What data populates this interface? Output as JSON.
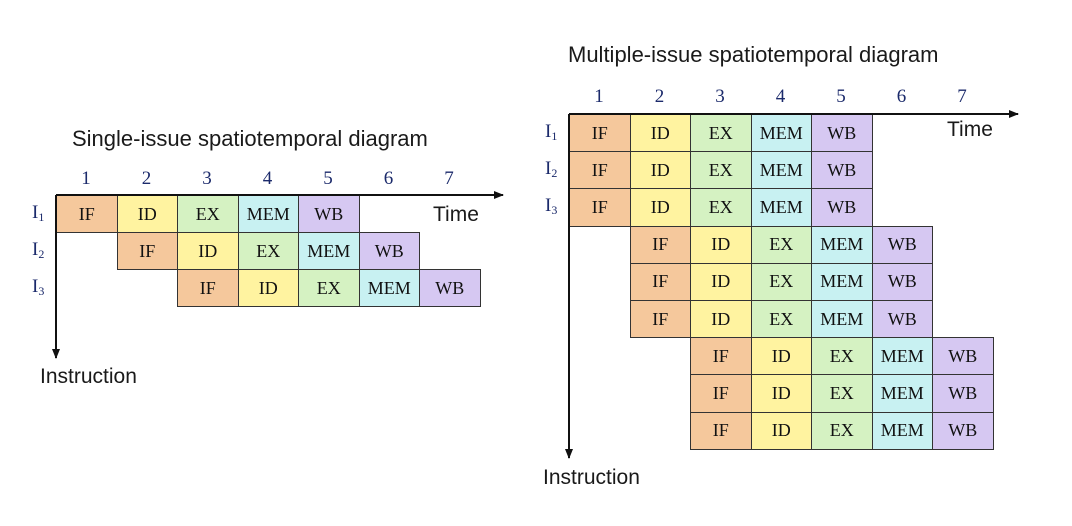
{
  "single": {
    "title": "Single-issue spatiotemporal diagram",
    "time_label": "Time",
    "instruction_label": "Instruction",
    "ticks": [
      "1",
      "2",
      "3",
      "4",
      "5",
      "6",
      "7"
    ],
    "rows": [
      {
        "label": "I",
        "sub": "1",
        "start": 0,
        "stages": [
          "IF",
          "ID",
          "EX",
          "MEM",
          "WB"
        ]
      },
      {
        "label": "I",
        "sub": "2",
        "start": 1,
        "stages": [
          "IF",
          "ID",
          "EX",
          "MEM",
          "WB"
        ]
      },
      {
        "label": "I",
        "sub": "3",
        "start": 2,
        "stages": [
          "IF",
          "ID",
          "EX",
          "MEM",
          "WB"
        ]
      }
    ]
  },
  "multiple": {
    "title": "Multiple-issue spatiotemporal diagram",
    "time_label": "Time",
    "instruction_label": "Instruction",
    "ticks": [
      "1",
      "2",
      "3",
      "4",
      "5",
      "6",
      "7"
    ],
    "rows": [
      {
        "label": "I",
        "sub": "1",
        "start": 0,
        "stages": [
          "IF",
          "ID",
          "EX",
          "MEM",
          "WB"
        ]
      },
      {
        "label": "I",
        "sub": "2",
        "start": 0,
        "stages": [
          "IF",
          "ID",
          "EX",
          "MEM",
          "WB"
        ]
      },
      {
        "label": "I",
        "sub": "3",
        "start": 0,
        "stages": [
          "IF",
          "ID",
          "EX",
          "MEM",
          "WB"
        ]
      },
      {
        "label": "",
        "sub": "",
        "start": 1,
        "stages": [
          "IF",
          "ID",
          "EX",
          "MEM",
          "WB"
        ]
      },
      {
        "label": "",
        "sub": "",
        "start": 1,
        "stages": [
          "IF",
          "ID",
          "EX",
          "MEM",
          "WB"
        ]
      },
      {
        "label": "",
        "sub": "",
        "start": 1,
        "stages": [
          "IF",
          "ID",
          "EX",
          "MEM",
          "WB"
        ]
      },
      {
        "label": "",
        "sub": "",
        "start": 2,
        "stages": [
          "IF",
          "ID",
          "EX",
          "MEM",
          "WB"
        ]
      },
      {
        "label": "",
        "sub": "",
        "start": 2,
        "stages": [
          "IF",
          "ID",
          "EX",
          "MEM",
          "WB"
        ]
      },
      {
        "label": "",
        "sub": "",
        "start": 2,
        "stages": [
          "IF",
          "ID",
          "EX",
          "MEM",
          "WB"
        ]
      }
    ]
  },
  "colors": {
    "IF": "#f5c89c",
    "ID": "#fff3a0",
    "EX": "#d5f2c2",
    "MEM": "#c8f1f2",
    "WB": "#d6c8f2",
    "tick": "#1b2a6b",
    "axis": "#111111"
  }
}
